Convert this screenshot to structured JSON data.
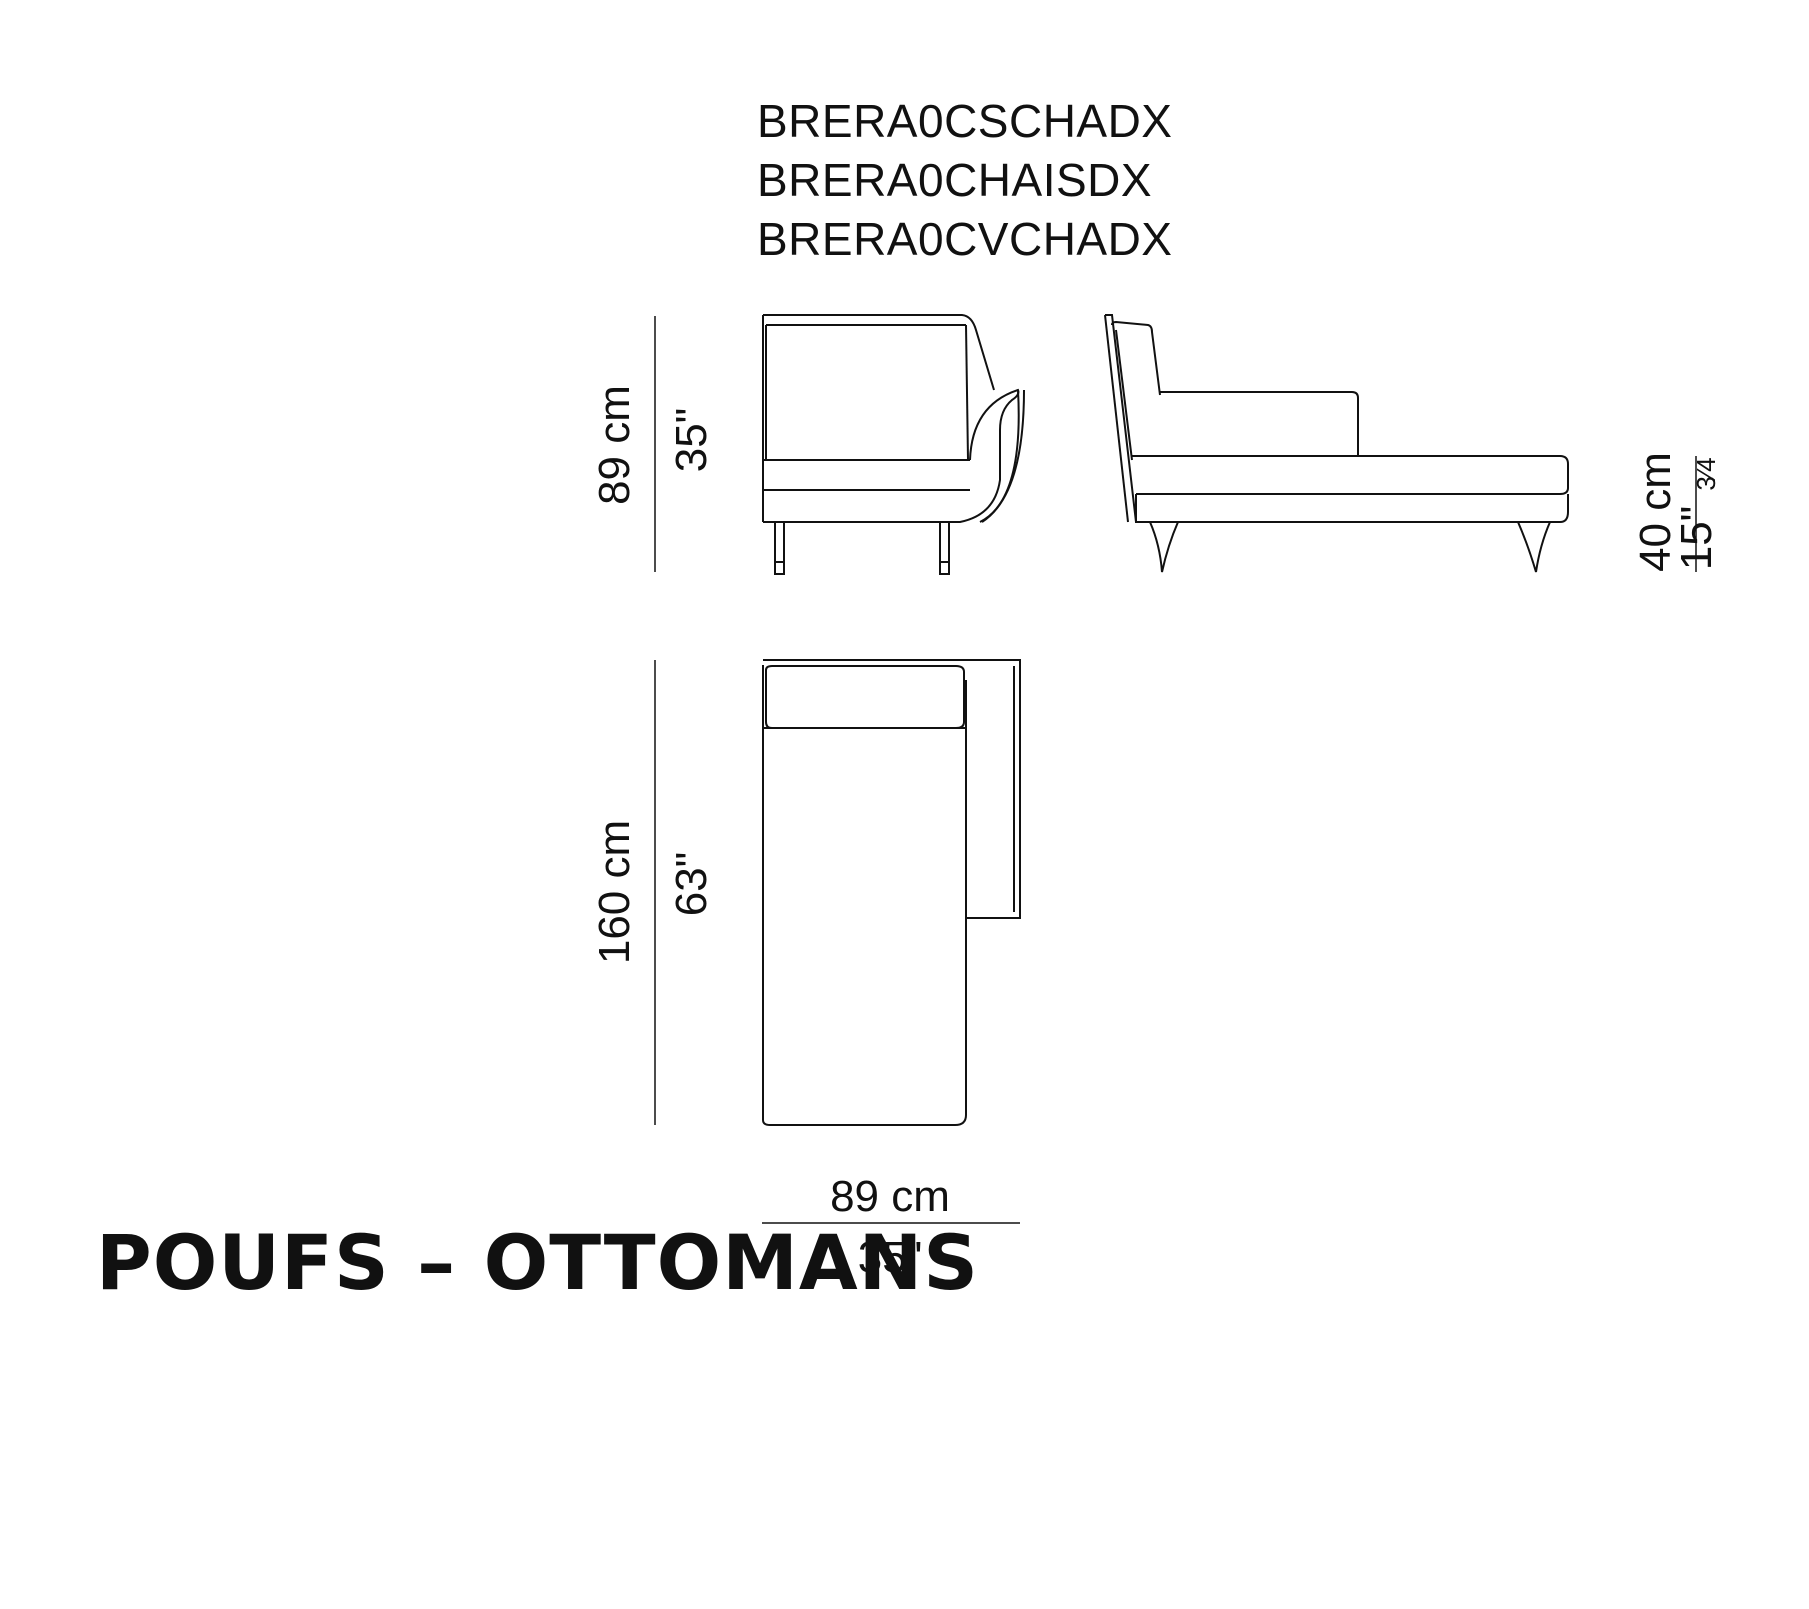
{
  "product_codes": [
    "BRERA0CSCHADX",
    "BRERA0CHAISDX",
    "BRERA0CVCHADX"
  ],
  "dimensions": {
    "height": {
      "metric": "89 cm",
      "imperial": "35\""
    },
    "length": {
      "metric": "160 cm",
      "imperial": "63\""
    },
    "width": {
      "metric": "89 cm",
      "imperial": "35\""
    },
    "seat_height": {
      "metric": "40 cm",
      "imperial": "15\"",
      "imperial_fraction": "3⁄4"
    }
  },
  "category": "POUFS – OTTOMANS"
}
